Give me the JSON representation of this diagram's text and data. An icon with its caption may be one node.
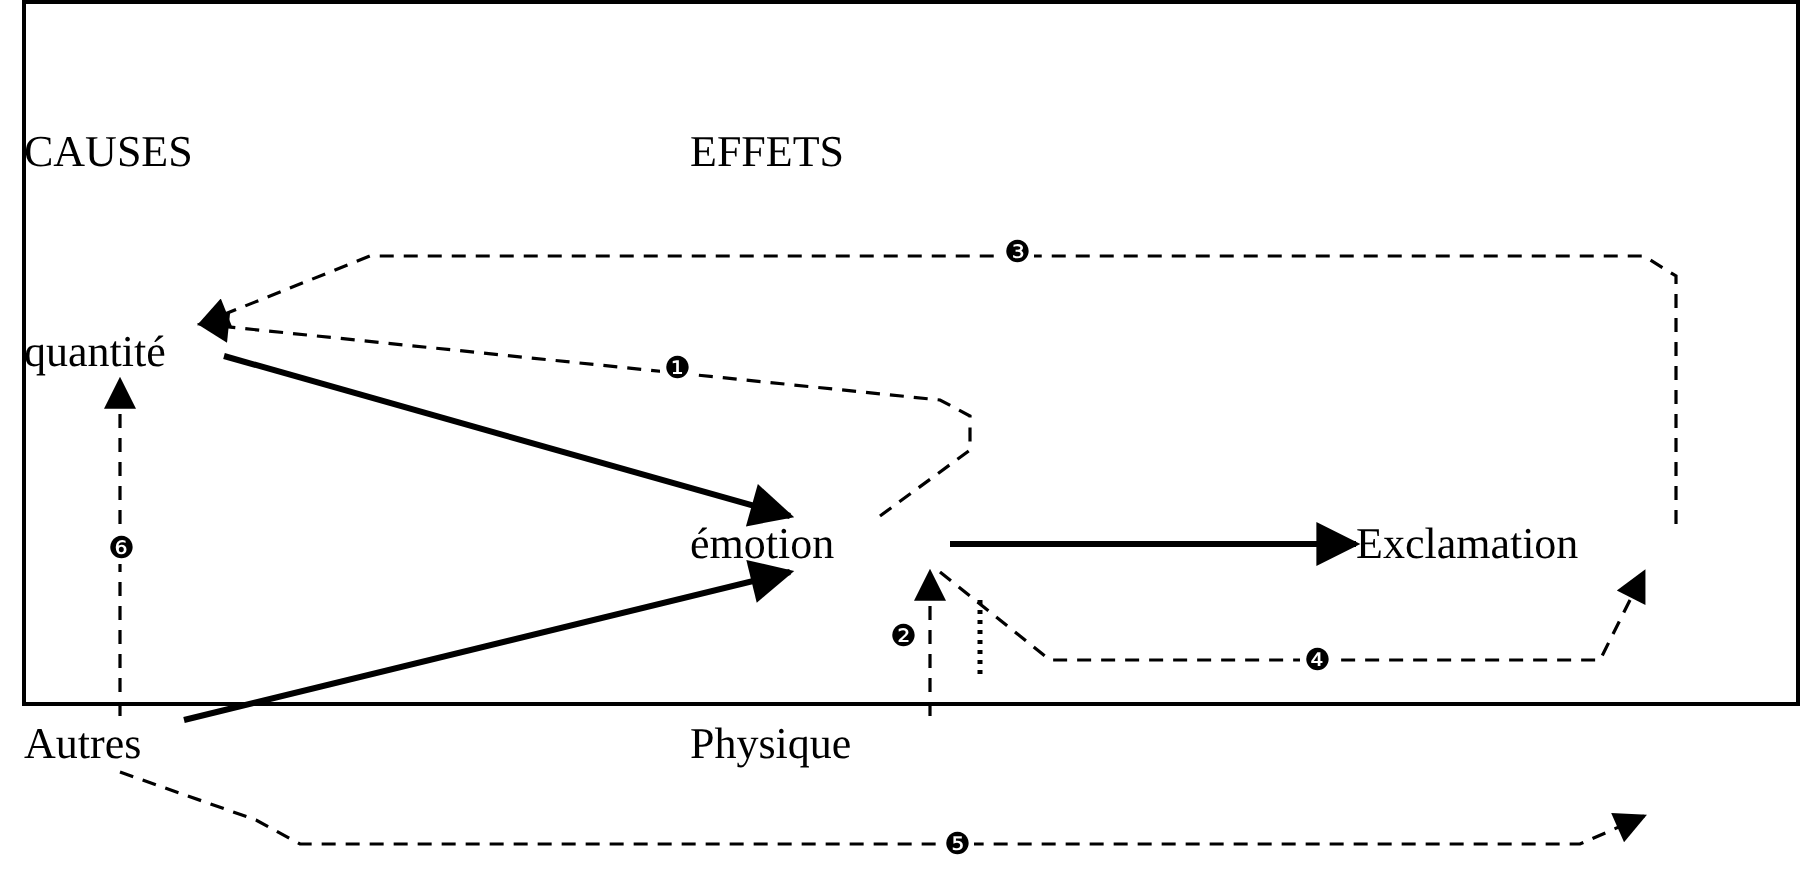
{
  "diagram": {
    "nodes": [
      {
        "text": [
          "quantité"
        ]
      },
      {
        "text": [
          "émotion"
        ]
      },
      {
        "text": [
          "Exclamation"
        ]
      },
      {
        "text": [
          "Autres"
        ]
      },
      {
        "text": [
          "Physique"
        ]
      }
    ],
    "edges": [
      {
        "from": 0,
        "to": 1,
        "arrow": "to"
      },
      {
        "from": 3,
        "to": 1,
        "arrow": "to"
      },
      {
        "from": 1,
        "to": 2,
        "arrow": "to"
      },
      {
        "from": 1,
        "to": 0,
        "arrow": "to",
        "label": "❶",
        "style": "dashed"
      },
      {
        "from": 2,
        "to": 0,
        "arrow": "to",
        "label": "❸",
        "style": "dashed"
      },
      {
        "from": 4,
        "to": 1,
        "arrow": "to",
        "label": "❷",
        "style": "dashed"
      },
      {
        "from": 1,
        "to": 2,
        "arrow": "to",
        "label": "❹",
        "style": "dashed"
      },
      {
        "from": 3,
        "to": null,
        "arrow": "to",
        "label": "❺",
        "style": "dashed"
      },
      {
        "from": 3,
        "to": 0,
        "arrow": "to",
        "label": "❻",
        "style": "dashed"
      }
    ],
    "labels": [
      "CAUSES",
      "EFFETS"
    ]
  }
}
